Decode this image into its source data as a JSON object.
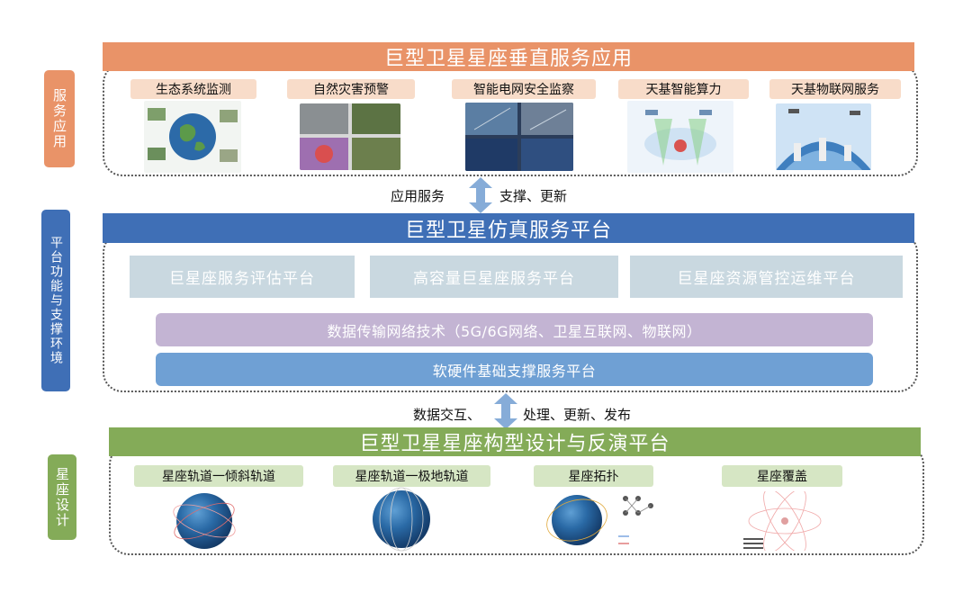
{
  "colors": {
    "orange": "#e99368",
    "blue": "#3f6fb6",
    "green": "#84ab58",
    "platform_gray": "#c9d8e0",
    "purple": "#c3b4d3",
    "light_blue": "#6fa0d4",
    "chip_orange": "#f8dcc9",
    "chip_green": "#d6e6c4",
    "arrow_blue": "#86acd8"
  },
  "sections": {
    "service": "服务应用",
    "platform": "平台功能与支撑环境",
    "design": "星座设计"
  },
  "top_band": {
    "title": "巨型卫星星座垂直服务应用",
    "apps": [
      {
        "label": "生态系统监测"
      },
      {
        "label": "自然灾害预警"
      },
      {
        "label": "智能电网安全监察"
      },
      {
        "label": "天基智能算力"
      },
      {
        "label": "天基物联网服务"
      }
    ]
  },
  "connector_top": {
    "left": "应用服务",
    "right": "支撑、更新"
  },
  "mid_band": {
    "title": "巨型卫星仿真服务平台",
    "platforms": [
      "巨星座服务评估平台",
      "高容量巨星座服务平台",
      "巨星座资源管控运维平台"
    ],
    "network_layer": "数据传输网络技术（5G/6G网络、卫星互联网、物联网）",
    "support_layer": "软硬件基础支撑服务平台"
  },
  "connector_bottom": {
    "left": "数据交互、",
    "right": "处理、更新、发布"
  },
  "bottom_band": {
    "title": "巨型卫星星座构型设计与反演平台",
    "items": [
      {
        "label": "星座轨道一倾斜轨道"
      },
      {
        "label": "星座轨道一极地轨道"
      },
      {
        "label": "星座拓扑"
      },
      {
        "label": "星座覆盖"
      }
    ]
  }
}
